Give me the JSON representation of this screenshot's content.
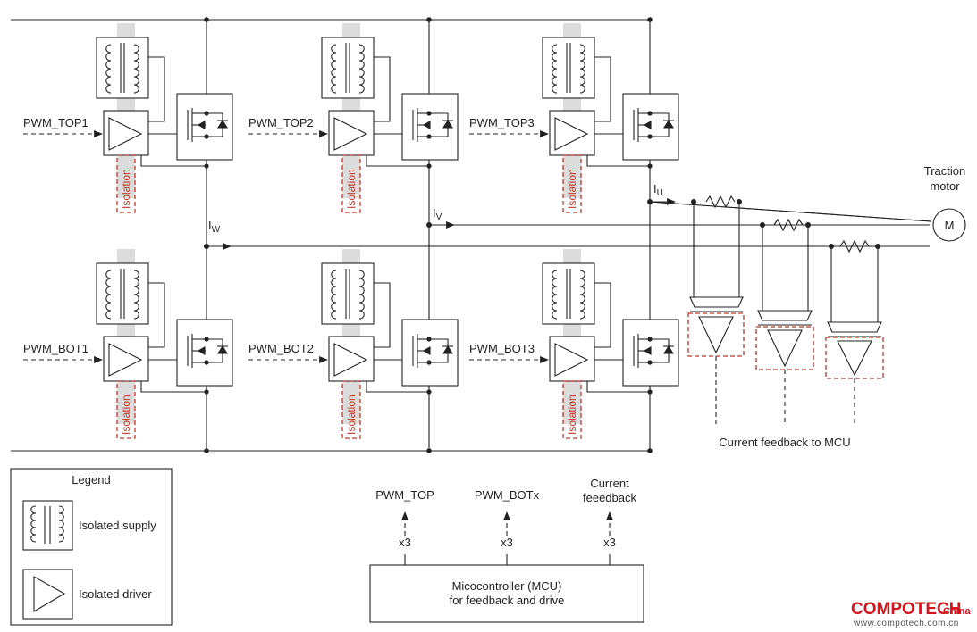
{
  "pwm_inputs": {
    "top": [
      "PWM_TOP1",
      "PWM_TOP2",
      "PWM_TOP3"
    ],
    "bot": [
      "PWM_BOT1",
      "PWM_BOT2",
      "PWM_BOT3"
    ]
  },
  "isolation_label": "Isolation",
  "currents": {
    "w": {
      "main": "I",
      "sub": "W"
    },
    "v": {
      "main": "I",
      "sub": "V"
    },
    "u": {
      "main": "I",
      "sub": "U"
    }
  },
  "motor": {
    "title_line1": "Traction",
    "title_line2": "motor",
    "symbol": "M"
  },
  "feedback_label": "Current feedback to MCU",
  "legend": {
    "title": "Legend",
    "supply": "Isolated supply",
    "driver": "Isolated driver"
  },
  "mcu": {
    "line1": "Micocontroller (MCU)",
    "line2": "for feedback and drive",
    "outputs": [
      {
        "label": "PWM_TOP",
        "count": "x3"
      },
      {
        "label": "PWM_BOTx",
        "count": "x3"
      },
      {
        "label_line1": "Current",
        "label_line2": "feeedback",
        "count": "x3"
      }
    ]
  },
  "brand": {
    "name": "COMPOTECH",
    "suffix": "China",
    "url": "www.compotech.com.cn"
  }
}
